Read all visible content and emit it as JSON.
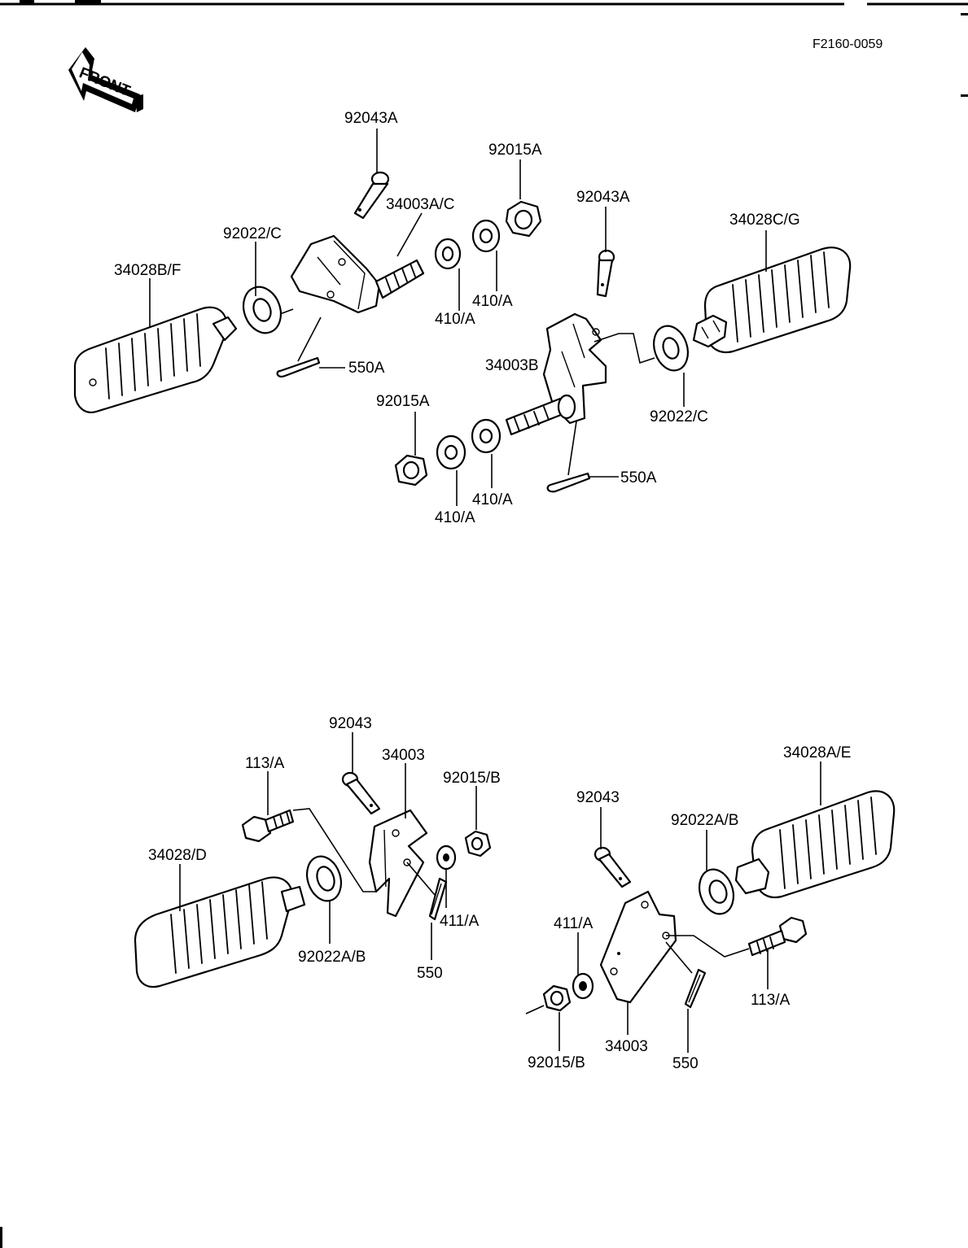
{
  "diagram_code": "F2160-0059",
  "front_arrow": {
    "text": "FRONT",
    "icon": "front-arrow-icon"
  },
  "upper_left": {
    "footpeg": "34028B/F",
    "washer": "92022/C",
    "clevis_pin": "92043A",
    "bracket": "34003A/C",
    "cotter_pin": "550A",
    "washer_a": "410/A",
    "washer_b": "410/A",
    "nut": "92015A"
  },
  "upper_right": {
    "clevis_pin": "92043A",
    "footpeg": "34028C/G",
    "bracket": "34003B",
    "washer": "92022/C",
    "nut": "92015A",
    "washer_a": "410/A",
    "washer_b": "410/A",
    "cotter_pin": "550A"
  },
  "lower_left": {
    "clevis_pin": "92043",
    "bracket": "34003",
    "bolt": "113/A",
    "nut": "92015/B",
    "footpeg": "34028/D",
    "washer": "92022A/B",
    "small_washer": "411/A",
    "cotter_pin": "550"
  },
  "lower_right": {
    "footpeg": "34028A/E",
    "clevis_pin": "92043",
    "washer": "92022A/B",
    "small_washer": "411/A",
    "bolt": "113/A",
    "bracket": "34003",
    "nut": "92015/B",
    "cotter_pin": "550"
  }
}
